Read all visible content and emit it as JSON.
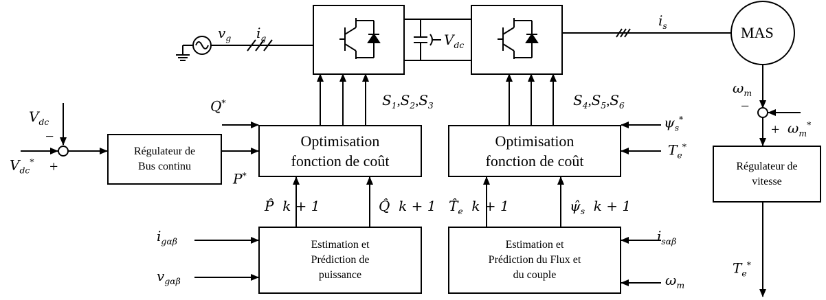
{
  "blocks": {
    "regulateur_bus": [
      "Régulateur de",
      "Bus continu"
    ],
    "optim_grid": [
      "Optimisation",
      "fonction de coût"
    ],
    "optim_motor": [
      "Optimisation",
      "fonction de coût"
    ],
    "estim_power": [
      "Estimation et",
      "Prédiction de",
      "puissance"
    ],
    "estim_flux": [
      "Estimation et",
      "Prédiction du Flux et",
      "du couple"
    ],
    "regulateur_vitesse": [
      "Régulateur de",
      "vitesse"
    ],
    "machine": "MAS"
  },
  "symbols": {
    "v": "v",
    "i": "i",
    "V": "V",
    "T": "T",
    "P": "P",
    "Q": "Q",
    "S": "S",
    "omega": "ω",
    "psi": "ψ",
    "star": "*",
    "hat_P": "P̂",
    "hat_Q": "Q̂",
    "hat_T": "T̂",
    "hat_psi": "ψ̂",
    "k1": "k + 1",
    "sub_g": "g",
    "sub_s": "s",
    "sub_dc": "dc",
    "sub_m": "m",
    "sub_e": "e",
    "sub_gab": "gαβ",
    "sub_sab": "sαβ",
    "sw1": "S",
    "sw2": "S",
    "sw3": "S",
    "sw4": "S",
    "sw5": "S",
    "sw6": "S",
    "n1": "1",
    "n2": "2",
    "n3": "3",
    "n4": "4",
    "n5": "5",
    "n6": "6",
    "comma": ",",
    "plus": "+",
    "minus": "−"
  }
}
